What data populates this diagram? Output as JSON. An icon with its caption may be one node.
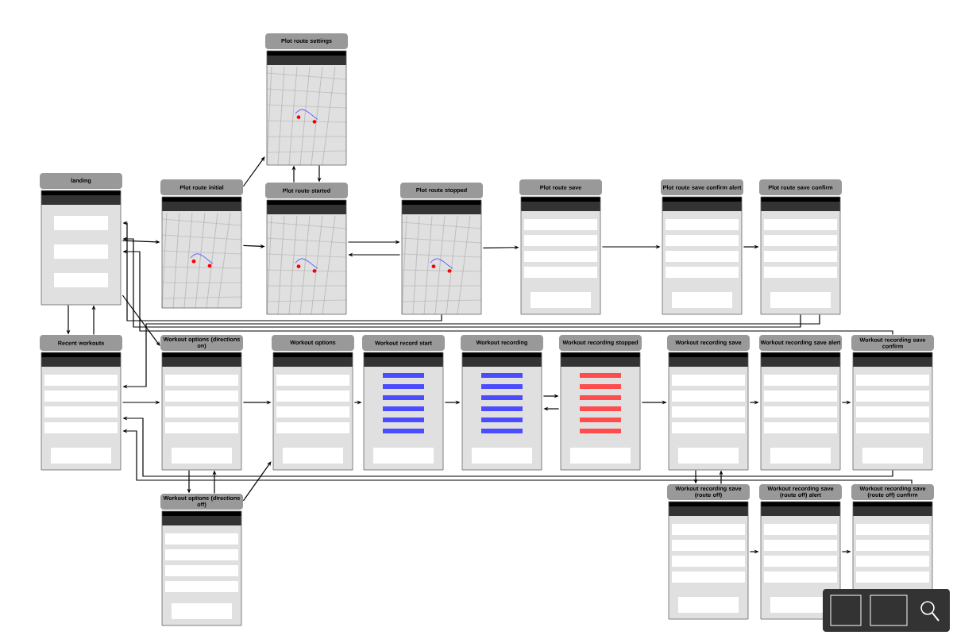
{
  "diagram": {
    "nodes": [
      {
        "text": [
          "landing"
        ]
      },
      {
        "text": [
          "Plot route initial"
        ]
      },
      {
        "text": [
          "Plot route settings"
        ]
      },
      {
        "text": [
          "Plot route started"
        ]
      },
      {
        "text": [
          "Plot route stopped"
        ]
      },
      {
        "text": [
          "Plot route save"
        ]
      },
      {
        "text": [
          "Plot route save confirm alert"
        ]
      },
      {
        "text": [
          "Plot route save confirm"
        ]
      },
      {
        "text": [
          "Recent workouts"
        ]
      },
      {
        "text": [
          "Workout options (directions on)"
        ]
      },
      {
        "text": [
          "Workout options"
        ]
      },
      {
        "text": [
          "Workout record start"
        ]
      },
      {
        "text": [
          "Workout recording"
        ]
      },
      {
        "text": [
          "Workout recording stopped"
        ]
      },
      {
        "text": [
          "Workout recording save"
        ]
      },
      {
        "text": [
          "Workout recording save alert"
        ]
      },
      {
        "text": [
          "Workout recording save confirm"
        ]
      },
      {
        "text": [
          "Workout options (directions off)"
        ]
      },
      {
        "text": [
          "Workout recording save (route off)"
        ]
      },
      {
        "text": [
          "Workout recording save (route off) alert"
        ]
      },
      {
        "text": [
          "Workout recording save (route off) confirm"
        ]
      }
    ],
    "edges": [
      {
        "from": 0,
        "to": 1,
        "arrow": "to"
      },
      {
        "from": 1,
        "to": 2,
        "arrow": "to"
      },
      {
        "from": 1,
        "to": 3,
        "arrow": "to"
      },
      {
        "from": 3,
        "to": 2,
        "arrow": "to"
      },
      {
        "from": 2,
        "to": 3,
        "arrow": "to"
      },
      {
        "from": 3,
        "to": 4,
        "arrow": "to"
      },
      {
        "from": 4,
        "to": 3,
        "arrow": "to"
      },
      {
        "from": 4,
        "to": 5,
        "arrow": "to"
      },
      {
        "from": 5,
        "to": 6,
        "arrow": "to"
      },
      {
        "from": 6,
        "to": 7,
        "arrow": "to"
      },
      {
        "from": 7,
        "to": 0,
        "arrow": "to"
      },
      {
        "from": 7,
        "to": 8,
        "arrow": "to"
      },
      {
        "from": 4,
        "to": 0,
        "arrow": "to"
      },
      {
        "from": 0,
        "to": 9,
        "arrow": "to"
      },
      {
        "from": 0,
        "to": 8,
        "arrow": "to"
      },
      {
        "from": 8,
        "to": 0,
        "arrow": "to"
      },
      {
        "from": 8,
        "to": 9,
        "arrow": "to"
      },
      {
        "from": 9,
        "to": 10,
        "arrow": "to"
      },
      {
        "from": 9,
        "to": 17,
        "arrow": "to"
      },
      {
        "from": 17,
        "to": 9,
        "arrow": "to"
      },
      {
        "from": 17,
        "to": 10,
        "arrow": "to"
      },
      {
        "from": 10,
        "to": 11,
        "arrow": "to"
      },
      {
        "from": 11,
        "to": 12,
        "arrow": "to"
      },
      {
        "from": 12,
        "to": 13,
        "arrow": "to"
      },
      {
        "from": 13,
        "to": 12,
        "arrow": "to"
      },
      {
        "from": 13,
        "to": 14,
        "arrow": "to"
      },
      {
        "from": 14,
        "to": 15,
        "arrow": "to"
      },
      {
        "from": 15,
        "to": 16,
        "arrow": "to"
      },
      {
        "from": 14,
        "to": 18,
        "arrow": "to"
      },
      {
        "from": 18,
        "to": 14,
        "arrow": "to"
      },
      {
        "from": 18,
        "to": 19,
        "arrow": "to"
      },
      {
        "from": 19,
        "to": 20,
        "arrow": "to"
      },
      {
        "from": 16,
        "to": 0,
        "arrow": "to"
      },
      {
        "from": 16,
        "to": 8,
        "arrow": "to"
      },
      {
        "from": 20,
        "to": 8,
        "arrow": "to"
      }
    ]
  }
}
